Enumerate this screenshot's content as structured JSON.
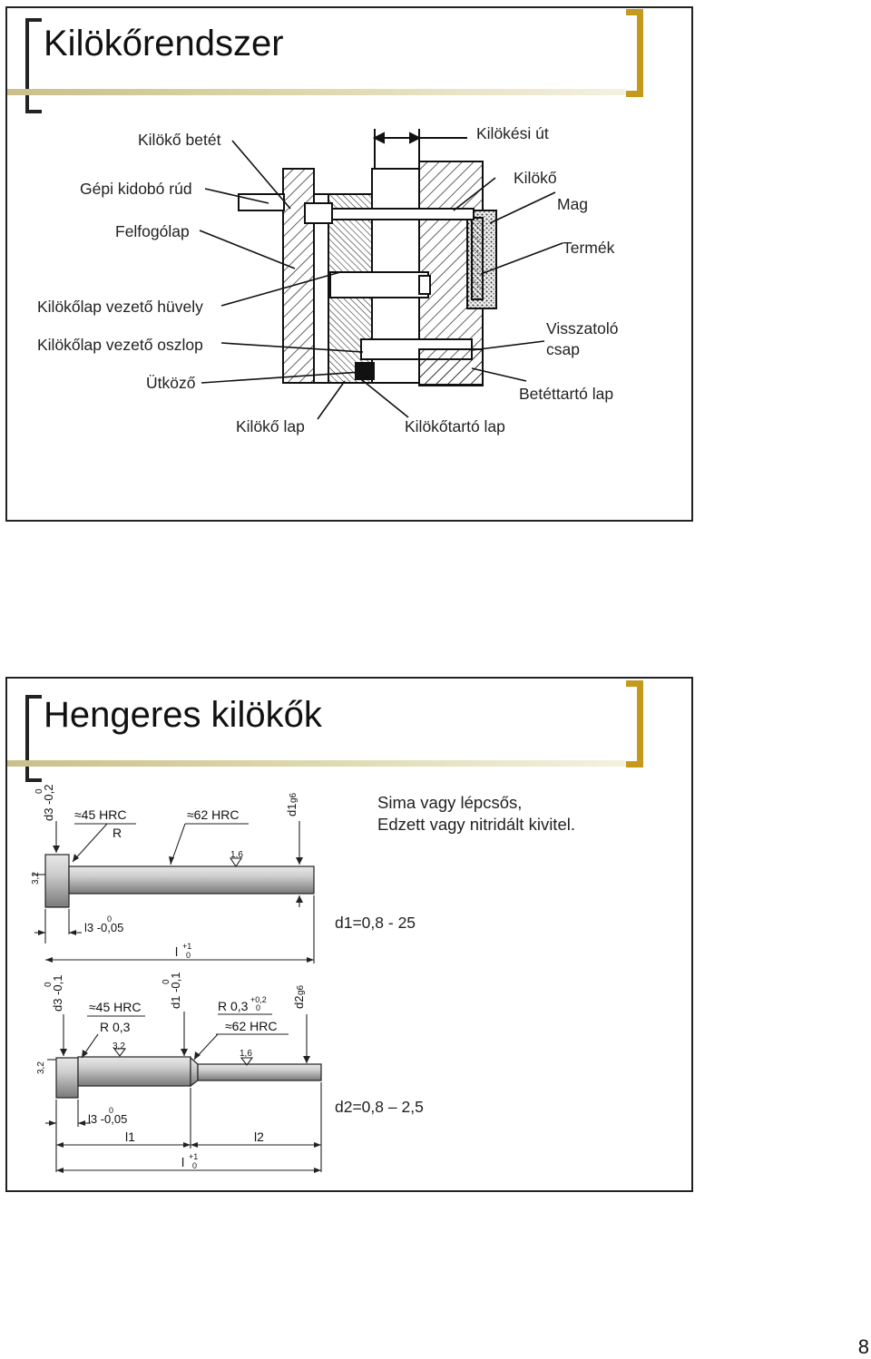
{
  "slide1": {
    "title": "Kilökőrendszer",
    "labels": {
      "kilokobetet": "Kilökő betét",
      "gepikidobo": "Gépi kidobó rúd",
      "felfogolap": "Felfogólap",
      "vezetohuvely": "Kilökőlap vezető hüvely",
      "vezetooszlop": "Kilökőlap vezető oszlop",
      "utkozo": "Ütköző",
      "kilokolap": "Kilökő lap",
      "kilokotarto": "Kilökőtartó lap",
      "kilokesiut": "Kilökési út",
      "kiloko": "Kilökő",
      "mag": "Mag",
      "termek": "Termék",
      "visszatolo1": "Visszatoló",
      "visszatolo2": "csap",
      "betettarto": "Betéttartó lap"
    }
  },
  "slide2": {
    "title": "Hengeres kilökők",
    "desc_line1": "Sima vagy lépcsős,",
    "desc_line2": "Edzett vagy nitridált kivitel.",
    "range1": "d1=0,8 - 25",
    "range2": "d2=0,8 – 2,5",
    "drawing1": {
      "d3_tol": "d3 -0,2",
      "d3_tol_sup": "0",
      "hrc45": "≈45 HRC",
      "r": "R",
      "hrc62": "≈62 HRC",
      "d1": "d1",
      "d1_fit": "g6",
      "rough_16": "1,6",
      "rough_32": "3,2",
      "l3": "l3 -0,05",
      "l3_sup": "0",
      "l": "l",
      "l_sup": "+1",
      "l_sub": "0"
    },
    "drawing2": {
      "d3_tol": "d3 -0,1",
      "d3_tol_sup": "0",
      "hrc45": "≈45 HRC",
      "r03": "R 0,3",
      "d1": "d1 -0,1",
      "d1_sup": "0",
      "r03b": "R 0,3",
      "r03b_sup": "+0,2",
      "r03b_sub": "0",
      "hrc62": "≈62 HRC",
      "d2": "d2",
      "d2_fit": "g6",
      "rough_32a": "3,2",
      "rough_32b": "3,2",
      "rough_16": "1,6",
      "l3": "l3 -0,05",
      "l3_sup": "0",
      "l1": "l1",
      "l2": "l2",
      "l": "l",
      "l_sup": "+1",
      "l_sub": "0"
    }
  },
  "page_number": "8"
}
